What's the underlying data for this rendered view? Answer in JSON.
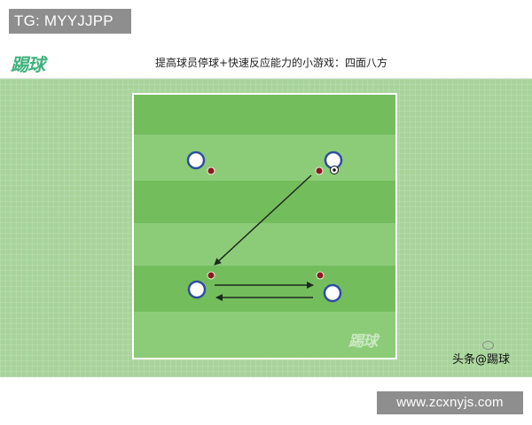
{
  "top_tag": {
    "text": "TG: MYYJJPP"
  },
  "header": {
    "logo": "踢球",
    "title": "提高球员停球+快速反应能力的小游戏：四面八方"
  },
  "pitch": {
    "watermark_logo": "踢球",
    "credit": "头条@踢球",
    "colors": {
      "background": "#a8d49b",
      "stripe_dark": "#74bd5d",
      "stripe_light": "#8ccc78",
      "player_fill": "#ffffff",
      "player_ring": "#2d4f9e",
      "cone": "#8b1a1a",
      "arrow": "#1c2b1c"
    },
    "players": [
      {
        "name": "player-top-left"
      },
      {
        "name": "player-top-right",
        "has_ball": true
      },
      {
        "name": "player-bottom-left"
      },
      {
        "name": "player-bottom-right"
      }
    ]
  },
  "bottom_tag": {
    "text": "www.zcxnyjs.com"
  }
}
